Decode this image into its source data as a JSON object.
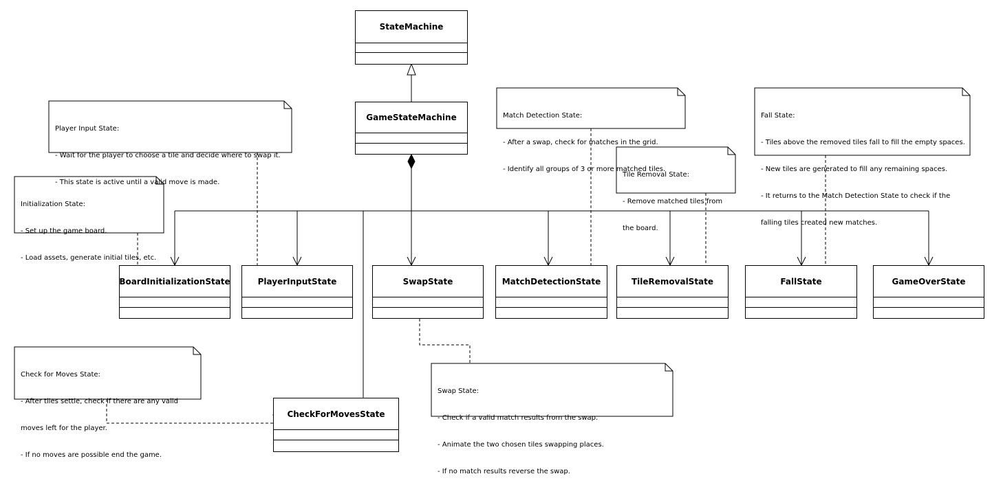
{
  "classes": {
    "state_machine": "StateMachine",
    "game_state_machine": "GameStateMachine",
    "board_initialization_state": "BoardInitializationState",
    "player_input_state": "PlayerInputState",
    "swap_state": "SwapState",
    "match_detection_state": "MatchDetectionState",
    "tile_removal_state": "TileRemovalState",
    "fall_state": "FallState",
    "game_over_state": "GameOverState",
    "check_for_moves_state": "CheckForMovesState"
  },
  "notes": {
    "player_input": {
      "title": "Player Input State:",
      "lines": [
        "- Wait for the player to choose a tile and decide where to swap it.",
        "- This state is active until a valid move is made."
      ]
    },
    "initialization": {
      "title": "Initialization State:",
      "lines": [
        "- Set up the game board.",
        "- Load assets, generate initial tiles, etc."
      ]
    },
    "match_detection": {
      "title": "Match Detection State:",
      "lines": [
        "- After a swap, check for matches in the grid.",
        "- Identify all groups of 3 or more matched tiles."
      ]
    },
    "tile_removal": {
      "title": "Tile Removal State:",
      "lines": [
        "- Remove matched tiles from",
        "the board."
      ]
    },
    "fall": {
      "title": "Fall State:",
      "lines": [
        "- Tiles above the removed tiles fall to fill the empty spaces.",
        "- New tiles are generated to fill any remaining spaces.",
        "- It returns to the Match Detection State to check if the",
        "falling tiles created new matches."
      ]
    },
    "check_for_moves": {
      "title": "Check for Moves State:",
      "lines": [
        "- After tiles settle, check if there are any valid",
        "moves left for the player.",
        "- If no moves are possible end the game."
      ]
    },
    "swap": {
      "title": "Swap State:",
      "lines": [
        "- Check if a valid match results from the swap.",
        "- Animate the two chosen tiles swapping places.",
        "- If no match results reverse the swap."
      ]
    }
  }
}
